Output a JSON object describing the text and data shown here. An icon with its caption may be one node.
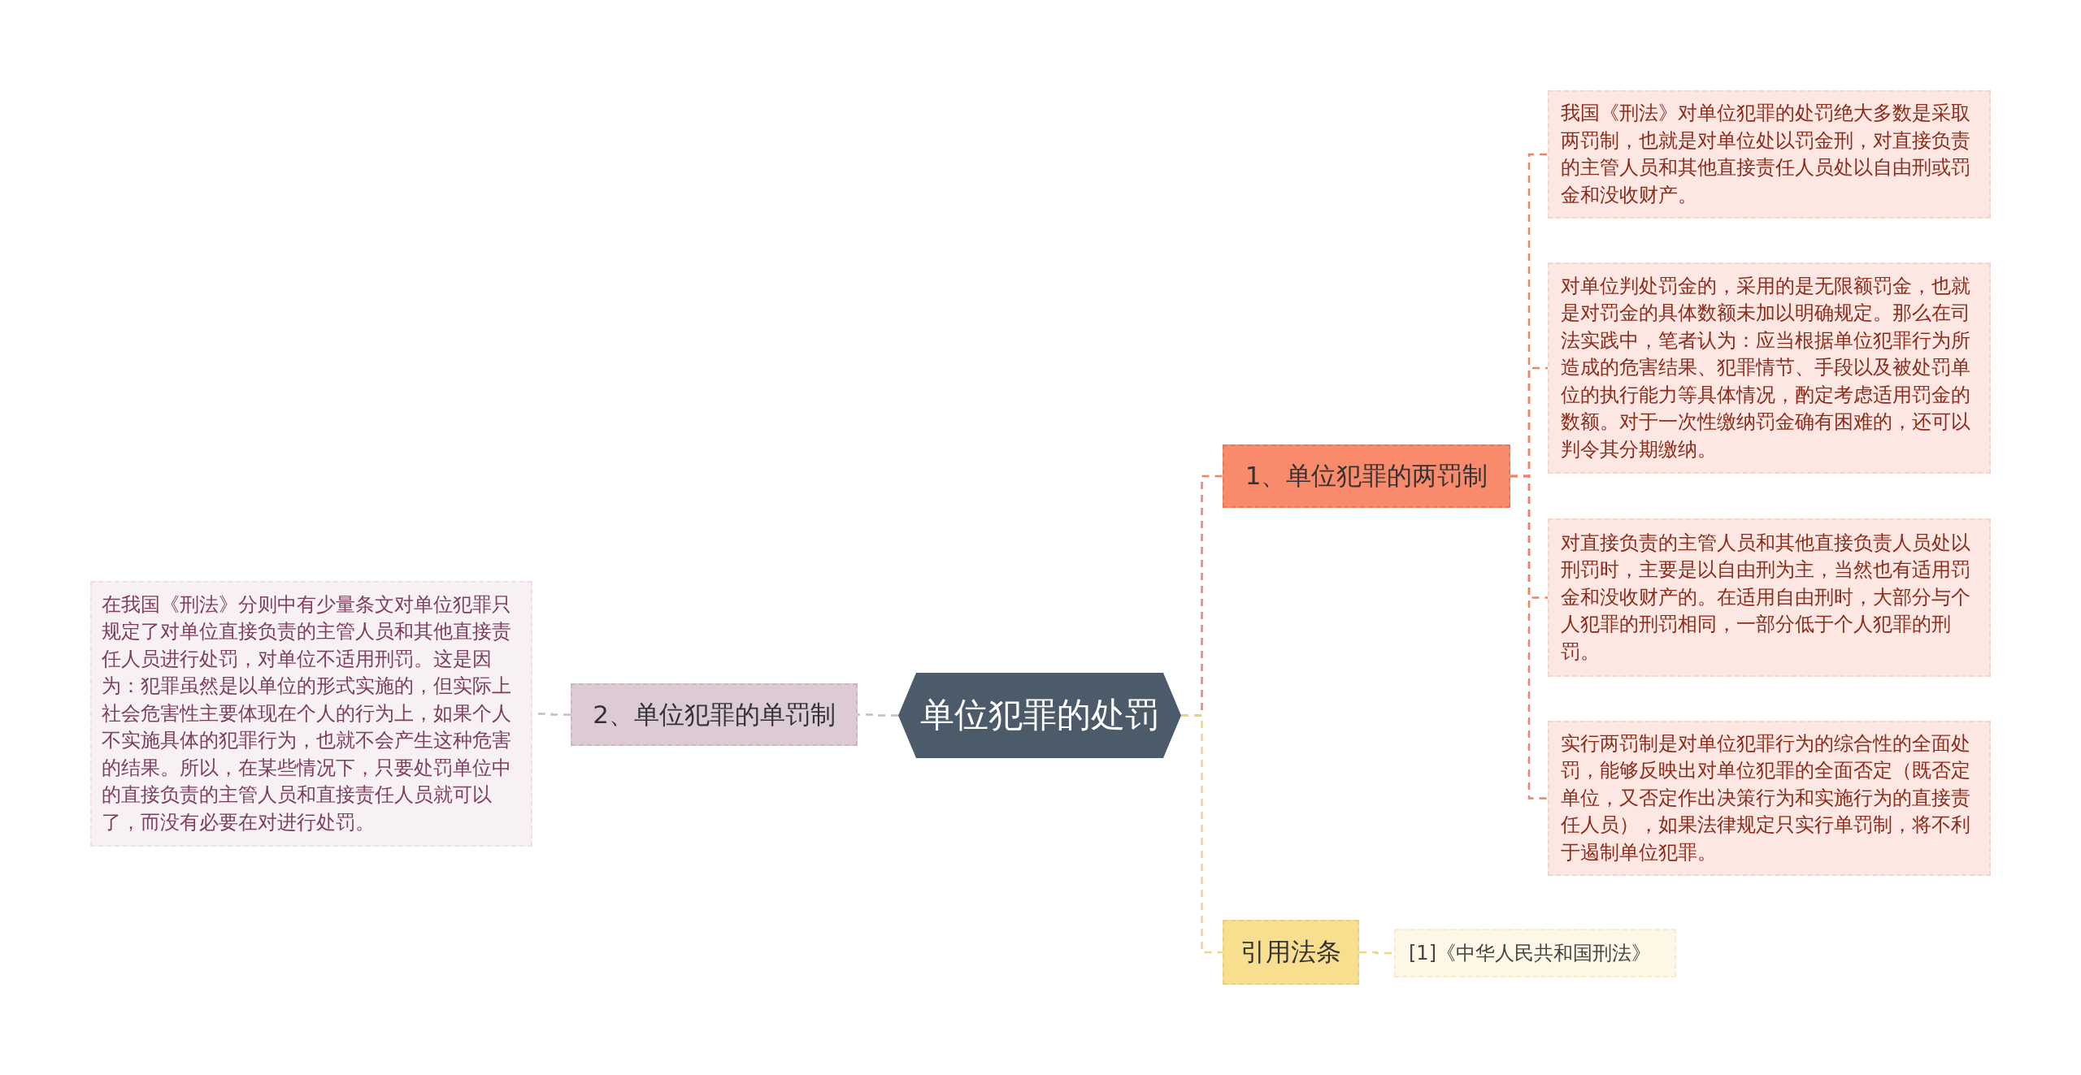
{
  "diagram": {
    "nodes": [
      {
        "text": [
          "单位犯罪的处罚"
        ]
      },
      {
        "text": [
          "1、单位犯罪的两罚制"
        ]
      },
      {
        "text": [
          "我国《刑法》对单位犯罪的处罚绝大多数是采取两罚制，也就是对单位处以罚金刑，对直接负责的主管人员和其他直接责任人员处以自由刑或罚金和没收财产。"
        ]
      },
      {
        "text": [
          "对单位判处罚金的，采用的是无限额罚金，也就是对罚金的具体数额未加以明确规定。那么在司法实践中，笔者认为：应当根据单位犯罪行为所造成的危害结果、犯罪情节、手段以及被处罚单位的执行能力等具体情况，酌定考虑适用罚金的数额。对于一次性缴纳罚金确有困难的，还可以判令其分期缴纳。"
        ]
      },
      {
        "text": [
          "对直接负责的主管人员和其他直接负责人员处以刑罚时，主要是以自由刑为主，当然也有适用罚金和没收财产的。在适用自由刑时，大部分与个人犯罪的刑罚相同，一部分低于个人犯罪的刑罚。"
        ]
      },
      {
        "text": [
          "实行两罚制是对单位犯罪行为的综合性的全面处罚，能够反映出对单位犯罪的全面否定（既否定单位，又否定作出决策行为和实施行为的直接责任人员），如果法律规定只实行单罚制，将不利于遏制单位犯罪。"
        ]
      },
      {
        "text": [
          "引用法条"
        ]
      },
      {
        "text": [
          "[1]《中华人民共和国刑法》"
        ]
      },
      {
        "text": [
          "2、单位犯罪的单罚制"
        ]
      },
      {
        "text": [
          "在我国《刑法》分则中有少量条文对单位犯罪只规定了对单位直接负责的主管人员和其他直接责任人员进行处罚，对单位不适用刑罚。这是因为：犯罪虽然是以单位的形式实施的，但实际上社会危害性主要体现在个人的行为上，如果个人不实施具体的犯罪行为，也就不会产生这种危害的结果。所以，在某些情况下，只要处罚单位中的直接负责的主管人员和直接责任人员就可以了，而没有必要在对进行处罚。"
        ]
      }
    ],
    "edges": [
      {
        "from": 0,
        "to": 1,
        "arrow": "none",
        "style": "dashed",
        "color": "#f08266"
      },
      {
        "from": 1,
        "to": 2,
        "arrow": "none",
        "style": "dashed",
        "color": "#f08266"
      },
      {
        "from": 1,
        "to": 3,
        "arrow": "none",
        "style": "dashed",
        "color": "#f08266"
      },
      {
        "from": 1,
        "to": 4,
        "arrow": "none",
        "style": "dashed",
        "color": "#f08266"
      },
      {
        "from": 1,
        "to": 5,
        "arrow": "none",
        "style": "dashed",
        "color": "#f08266"
      },
      {
        "from": 0,
        "to": 6,
        "arrow": "none",
        "style": "dashed",
        "color": "#f3d57e"
      },
      {
        "from": 6,
        "to": 7,
        "arrow": "none",
        "style": "dashed",
        "color": "#f3d57e"
      },
      {
        "from": 0,
        "to": 8,
        "arrow": "none",
        "style": "dashed",
        "color": "#cdb8c3"
      },
      {
        "from": 8,
        "to": 9,
        "arrow": "none",
        "style": "dashed",
        "color": "#cdb8c3"
      }
    ]
  }
}
